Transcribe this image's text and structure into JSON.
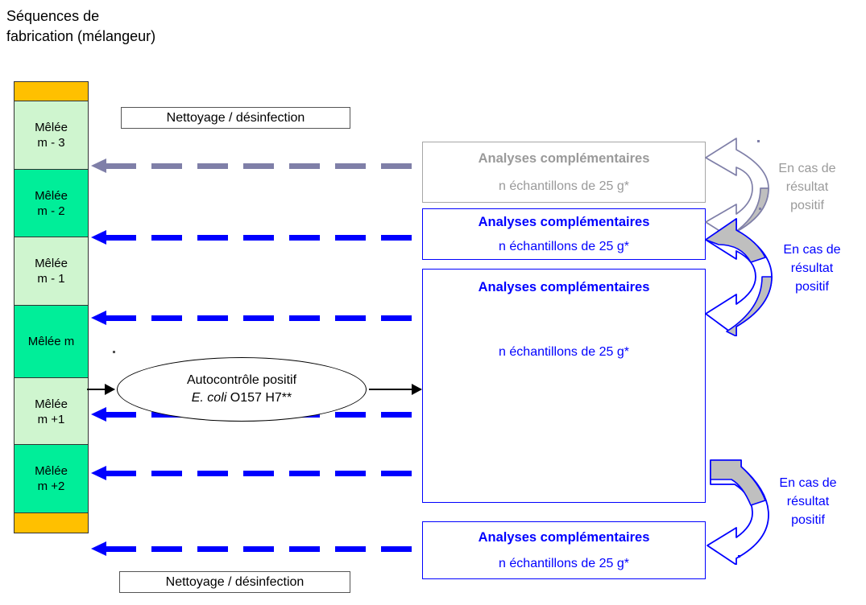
{
  "title": "Séquences de\nfabrication (mélangeur)",
  "colors": {
    "orange_cap": "#FFC000",
    "batch_light": "#CFF5CF",
    "batch_dark": "#00EE99",
    "accent_blue": "#0000FF",
    "inactive_grey": "#9A9A9A",
    "dashed_grey": "#7F7FA8",
    "loop_band_fill": "#BFBFBF"
  },
  "column": {
    "name": "Séquences de fabrication (mélangeur)",
    "cells": [
      {
        "label": "",
        "kind": "cleaning-cap"
      },
      {
        "label": "Mêlée\nm - 3",
        "kind": "batch-light"
      },
      {
        "label": "Mêlée\nm - 2",
        "kind": "batch-dark"
      },
      {
        "label": "Mêlée\nm - 1",
        "kind": "batch-light"
      },
      {
        "label": "Mêlée m",
        "kind": "batch-dark"
      },
      {
        "label": "Mêlée\nm +1",
        "kind": "batch-light"
      },
      {
        "label": "Mêlée\nm +2",
        "kind": "batch-dark"
      },
      {
        "label": "",
        "kind": "cleaning-cap"
      }
    ]
  },
  "cleaning": {
    "top_label": "Nettoyage / désinfection",
    "bottom_label": "Nettoyage / désinfection"
  },
  "trigger": {
    "line1": "Autocontrôle positif",
    "line2_italic": "E. coli",
    "line2_rest": " O157 H7**"
  },
  "analysis_boxes": [
    {
      "id": "abox1",
      "heading": "Analyses complémentaires",
      "subtext": "n échantillons de 25 g*",
      "state": "inactive"
    },
    {
      "id": "abox2",
      "heading": "Analyses complémentaires",
      "subtext": "n échantillons de 25 g*",
      "state": "active"
    },
    {
      "id": "abox3",
      "heading": "Analyses complémentaires",
      "subtext": "n échantillons de 25 g*",
      "state": "active"
    },
    {
      "id": "abox4",
      "heading": "Analyses complémentaires",
      "subtext": "n échantillons de 25 g*",
      "state": "active"
    }
  ],
  "captions": [
    {
      "id": "cap1",
      "text": "En cas de\nrésultat\npositif",
      "state": "inactive"
    },
    {
      "id": "cap2",
      "text": "En cas de\nrésultat\npositif",
      "state": "active"
    },
    {
      "id": "cap3",
      "text": "En cas de\nrésultat\npositif",
      "state": "active"
    }
  ],
  "feedback_arrows": [
    {
      "target": "Mêlée m - 3",
      "style": "grey-dashed"
    },
    {
      "target": "Mêlée m - 2",
      "style": "blue-dashed"
    },
    {
      "target": "Mêlée m - 1",
      "style": "blue-dashed"
    },
    {
      "target": "Mêlée m +1",
      "style": "blue-dashed"
    },
    {
      "target": "Mêlée m +2",
      "style": "blue-dashed"
    },
    {
      "target": "Nettoyage / désinfection (bas)",
      "style": "blue-dashed"
    }
  ],
  "footnotes": {
    "asterisk": "*",
    "double_asterisk": "**"
  }
}
